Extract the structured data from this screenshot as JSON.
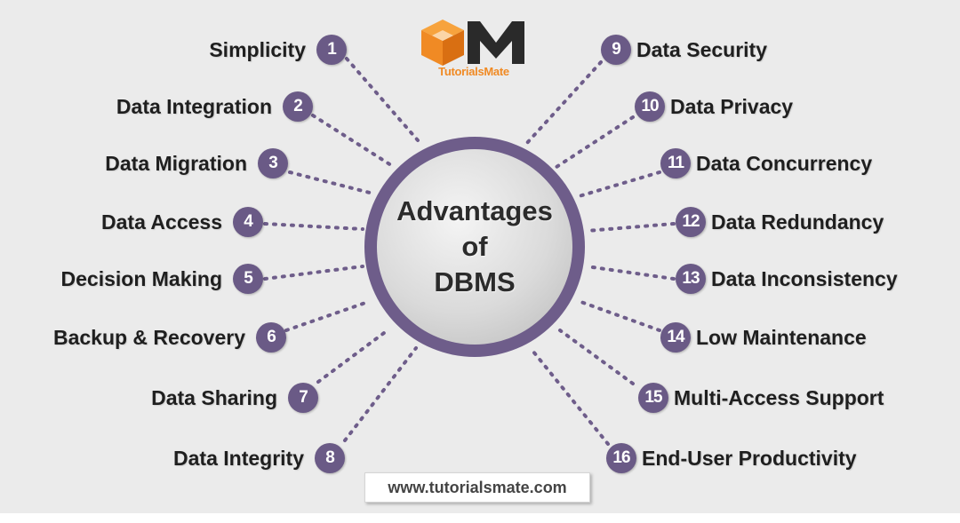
{
  "hub": {
    "line1": "Advantages",
    "line2": "of",
    "line3": "DBMS"
  },
  "logo": {
    "text": "TutorialsMate"
  },
  "website": "www.tutorialsmate.com",
  "colors": {
    "accent": "#6a5a86",
    "ring": "#6e5d8a",
    "logo_orange": "#f08a24",
    "background": "#ebebeb"
  },
  "items": [
    {
      "number": "1",
      "label": "Simplicity"
    },
    {
      "number": "2",
      "label": "Data Integration"
    },
    {
      "number": "3",
      "label": "Data Migration"
    },
    {
      "number": "4",
      "label": "Data Access"
    },
    {
      "number": "5",
      "label": "Decision Making"
    },
    {
      "number": "6",
      "label": "Backup & Recovery"
    },
    {
      "number": "7",
      "label": "Data Sharing"
    },
    {
      "number": "8",
      "label": "Data Integrity"
    },
    {
      "number": "9",
      "label": "Data Security"
    },
    {
      "number": "10",
      "label": "Data Privacy"
    },
    {
      "number": "11",
      "label": "Data Concurrency"
    },
    {
      "number": "12",
      "label": "Data Redundancy"
    },
    {
      "number": "13",
      "label": "Data Inconsistency"
    },
    {
      "number": "14",
      "label": "Low Maintenance"
    },
    {
      "number": "15",
      "label": "Multi-Access Support"
    },
    {
      "number": "16",
      "label": "End-User Productivity"
    }
  ]
}
